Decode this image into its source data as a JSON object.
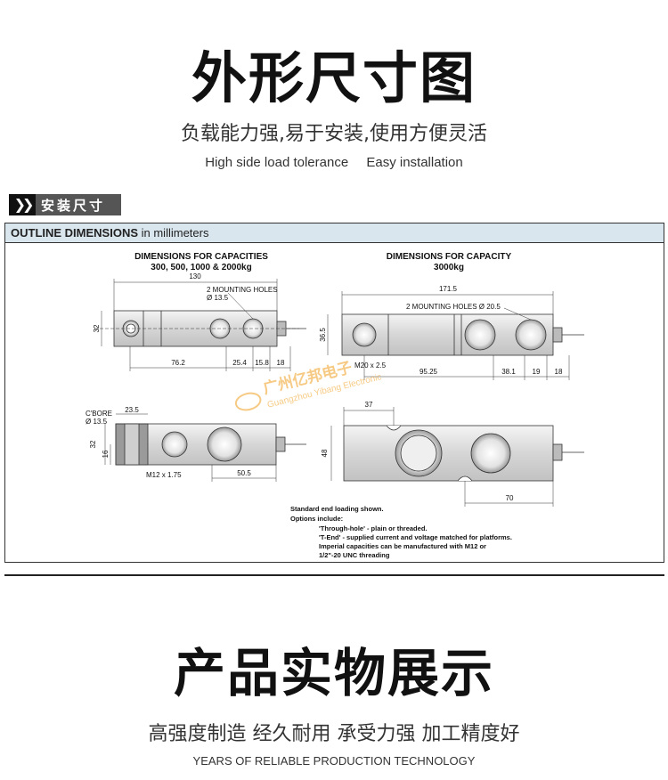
{
  "section1": {
    "title": "外形尺寸图",
    "subtitle": "负载能力强,易于安装,使用方便灵活",
    "features": [
      "High side load tolerance",
      "Easy installation"
    ]
  },
  "section_tag": {
    "label": "安装尺寸"
  },
  "drawing": {
    "header_bold": "OUTLINE DIMENSIONS",
    "header_rest": " in millimeters",
    "left": {
      "title_line1": "DIMENSIONS FOR CAPACITIES",
      "title_line2": "300, 500, 1000 & 2000kg",
      "dim_total": "130",
      "mounting_holes": "2 MOUNTING HOLES",
      "hole_dia": "Ø 13.5",
      "dim_height": "32",
      "dim_a": "76.2",
      "dim_b": "25.4",
      "dim_c": "15.8",
      "dim_d": "18",
      "cbore": "C'BORE",
      "cbore_dia": "Ø 13.5",
      "dim_cbore": "23.5",
      "dim_side_h": "32",
      "dim_side_16": "16",
      "thread": "M12 x 1.75",
      "dim_side_b": "50.5"
    },
    "right": {
      "title_line1": "DIMENSIONS FOR CAPACITY",
      "title_line2": "3000kg",
      "dim_total": "171.5",
      "mounting_holes": "2 MOUNTING HOLES Ø 20.5",
      "dim_height": "36.5",
      "thread": "M20 x 2.5",
      "dim_a": "95.25",
      "dim_b": "38.1",
      "dim_c": "19",
      "dim_d": "18",
      "dim_top": "37",
      "dim_side_h": "48",
      "dim_side_b": "70"
    },
    "notes": {
      "line1": "Standard end loading shown.",
      "line2": "Options include:",
      "line3": "'Through-hole' - plain or threaded.",
      "line4": "'T-End' - supplied current and voltage matched for platforms.",
      "line5": "Imperial capacities can be manufactured with M12 or",
      "line6": "1/2\"-20 UNC threading"
    },
    "watermark": {
      "cn": "广州亿邦电子",
      "en": "Guangzhou Yibang Electronic"
    }
  },
  "section2": {
    "title": "产品实物展示",
    "subtitle": "高强度制造 经久耐用 承受力强 加工精度好",
    "english": "YEARS OF RELIABLE PRODUCTION TECHNOLOGY"
  }
}
